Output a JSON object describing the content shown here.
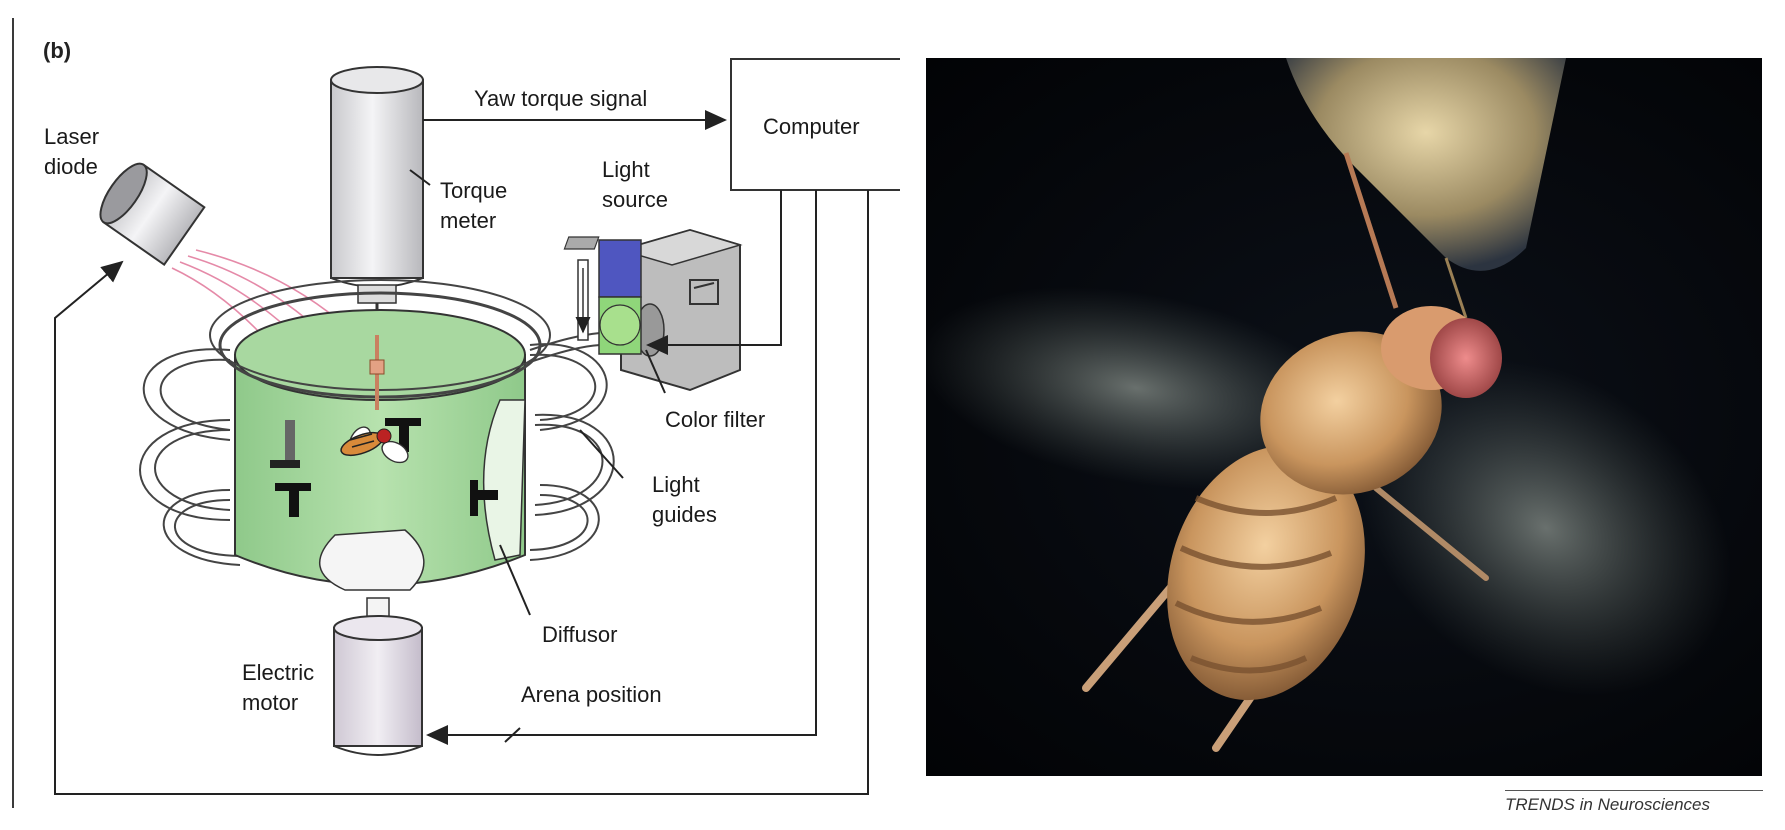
{
  "panel_label": "(b)",
  "labels": {
    "laser_diode": "Laser\ndiode",
    "torque_meter": "Torque\nmeter",
    "yaw_torque_signal": "Yaw torque signal",
    "computer": "Computer",
    "light_source": "Light\nsource",
    "color_filter": "Color filter",
    "light_guides": "Light\nguides",
    "diffusor": "Diffusor",
    "electric_motor": "Electric\nmotor",
    "arena_position": "Arena position"
  },
  "credit": "TRENDS in Neurosciences",
  "colors": {
    "arena_green": "#a8d8a0",
    "filter_blue": "#4f56c0",
    "filter_green": "#8fd67a",
    "laser_beam": "#e58aa8",
    "fly_body": "#d88a3a"
  }
}
